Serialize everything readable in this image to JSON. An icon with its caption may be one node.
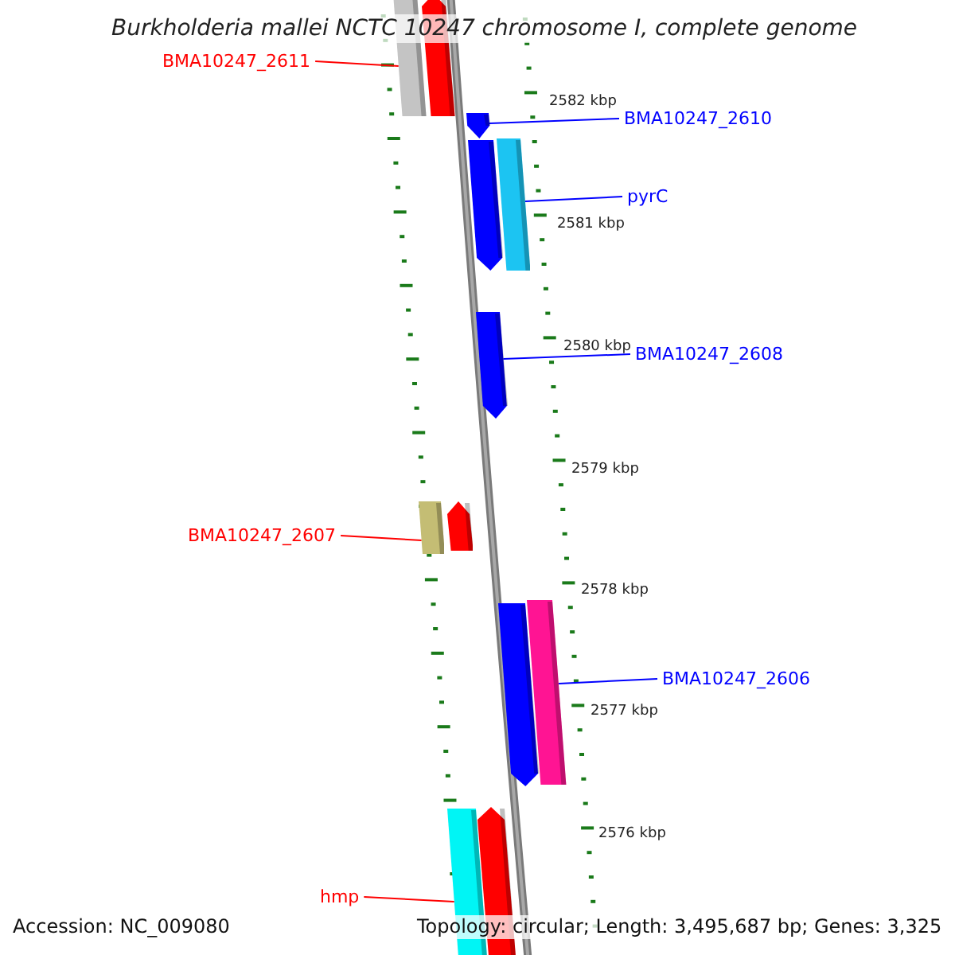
{
  "diagram": {
    "title": "Burkholderia mallei NCTC 10247 chromosome I, complete genome",
    "nodes": [
      {
        "text": [
          "BMA10247_2611"
        ]
      },
      {
        "text": [
          "BMA10247_2610"
        ]
      },
      {
        "text": [
          "pyrC"
        ]
      },
      {
        "text": [
          "BMA10247_2608"
        ]
      },
      {
        "text": [
          "BMA10247_2607"
        ]
      },
      {
        "text": [
          "BMA10247_2606"
        ]
      },
      {
        "text": [
          "hmp"
        ]
      },
      {
        "text": [],
        "shape": "bar"
      },
      {
        "text": [],
        "shape": "pentagon"
      },
      {
        "text": [],
        "shape": "pentagon"
      },
      {
        "text": [],
        "shape": "pentagon"
      },
      {
        "text": [],
        "shape": "bar"
      },
      {
        "text": [],
        "shape": "pentagon"
      },
      {
        "text": [],
        "shape": "bar"
      },
      {
        "text": [],
        "shape": "pentagon"
      },
      {
        "text": [],
        "shape": "pentagon"
      },
      {
        "text": [],
        "shape": "bar"
      },
      {
        "text": [],
        "shape": "bar"
      },
      {
        "text": [],
        "shape": "pentagon"
      }
    ],
    "edges": [
      {
        "from": 0,
        "to": 7,
        "arrow": "none",
        "color": "#ff0000"
      },
      {
        "from": 1,
        "to": 9,
        "arrow": "none"
      },
      {
        "from": 2,
        "to": 11,
        "arrow": "none"
      },
      {
        "from": 3,
        "to": 12,
        "arrow": "none"
      },
      {
        "from": 4,
        "to": 13,
        "arrow": "none",
        "color": "#ff0000"
      },
      {
        "from": 5,
        "to": 16,
        "arrow": "none"
      },
      {
        "from": 6,
        "to": 17,
        "arrow": "none",
        "color": "#ff0000"
      }
    ],
    "labels": [
      "2582 kbp",
      "2581 kbp",
      "2580 kbp",
      "2579 kbp",
      "2578 kbp",
      "2577 kbp",
      "2576 kbp",
      "Accession: NC_009080",
      "Topology: circular; Length: 3,495,687 bp; Genes: 3,325"
    ]
  }
}
